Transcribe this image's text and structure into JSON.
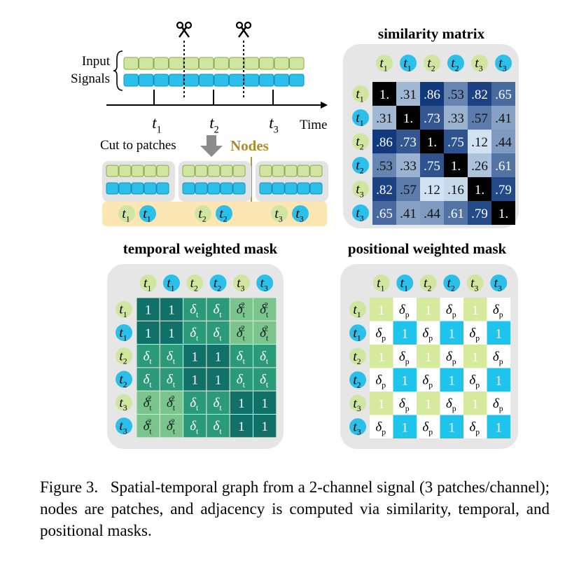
{
  "colors": {
    "green_chip": "#cfe5a0",
    "cyan_chip": "#2bbfe9",
    "nodes_bg": "#fbe6b4",
    "nodes_label": "#b08a2a",
    "panel_bg": "#e6e6e6",
    "mask_dark": "#117068",
    "mask_mid": "#2a9a78",
    "mask_light": "#7cc48e",
    "pos_green": "#d6ea9e",
    "pos_cyan": "#1ec4ec"
  },
  "icons": [
    "scissors-icon",
    "scissors-icon",
    "down-arrow-icon"
  ],
  "signal": {
    "input_label_line1": "Input",
    "input_label_line2": "Signals",
    "time_label": "Time",
    "ticks": [
      {
        "base": "t",
        "sub": "1"
      },
      {
        "base": "t",
        "sub": "2"
      },
      {
        "base": "t",
        "sub": "3"
      }
    ],
    "cut_label": "Cut to patches",
    "nodes_label": "Nodes"
  },
  "node_labels": [
    {
      "base": "t",
      "sub": "1",
      "channel": "green"
    },
    {
      "base": "t",
      "sub": "1",
      "channel": "cyan"
    },
    {
      "base": "t",
      "sub": "2",
      "channel": "green"
    },
    {
      "base": "t",
      "sub": "2",
      "channel": "cyan"
    },
    {
      "base": "t",
      "sub": "3",
      "channel": "green"
    },
    {
      "base": "t",
      "sub": "3",
      "channel": "cyan"
    }
  ],
  "similarity": {
    "title": "similarity matrix",
    "values": [
      [
        "1.",
        ".31",
        ".86",
        ".53",
        ".82",
        ".65"
      ],
      [
        ".31",
        "1.",
        ".73",
        ".33",
        ".57",
        ".41"
      ],
      [
        ".86",
        ".73",
        "1.",
        ".75",
        ".12",
        ".44"
      ],
      [
        ".53",
        ".33",
        ".75",
        "1.",
        ".26",
        ".61"
      ],
      [
        ".82",
        ".57",
        ".12",
        ".16",
        "1.",
        ".79"
      ],
      [
        ".65",
        ".41",
        ".44",
        ".61",
        ".79",
        "1."
      ]
    ]
  },
  "temporal": {
    "title": "temporal weighted mask",
    "one": "1",
    "delta": "δ",
    "delta_sub": "t",
    "square_sup": "2"
  },
  "positional": {
    "title": "positional weighted mask",
    "one": "1",
    "delta": "δ",
    "delta_sub": "p"
  },
  "caption": {
    "label": "Figure 3.",
    "text": "Spatial-temporal graph from a 2-channel signal (3 patches/channel); nodes are patches, and adjacency is computed via similarity, temporal, and positional masks."
  }
}
